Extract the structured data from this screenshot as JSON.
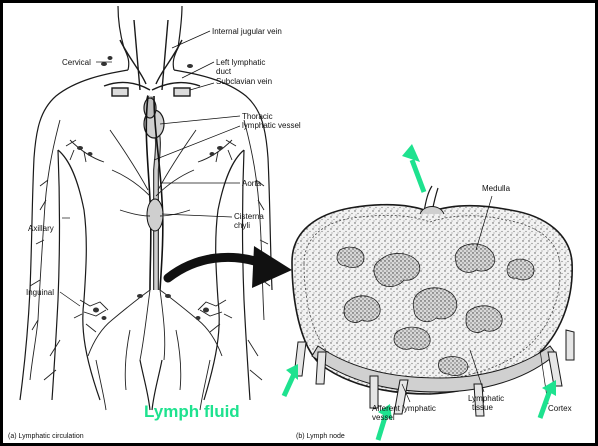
{
  "colors": {
    "frame": "#000000",
    "ink": "#1a1a1a",
    "node_fill": "#ececec",
    "arrow_accent": "#1ee28f"
  },
  "left_figure": {
    "labels": {
      "cervical": "Cervical",
      "internal_jugular_vein": "Internal jugular vein",
      "left_lymphatic_duct_1": "Left lymphatic",
      "left_lymphatic_duct_2": "duct",
      "subclavian_vein": "Subclavian vein",
      "thoracic_lymphatic_vessel_1": "Thoracic",
      "thoracic_lymphatic_vessel_2": "lymphatic vessel",
      "aorta": "Aorta",
      "cisterna_chyli_1": "Cisterna",
      "cisterna_chyli_2": "chyli",
      "axillary": "Axillary",
      "inguinal": "Inguinal"
    },
    "caption": "(a)   Lymphatic circulation"
  },
  "right_figure": {
    "labels": {
      "medulla": "Medulla",
      "afferent_lymphatic_vessel_1": "Afferent lymphatic",
      "afferent_lymphatic_vessel_2": "vessel",
      "lymphatic_tissue_1": "Lymphatic",
      "lymphatic_tissue_2": "tissue",
      "cortex": "Cortex"
    },
    "caption": "(b)   Lymph node"
  },
  "overlay": {
    "highlight_text": "Lymph fluid"
  }
}
